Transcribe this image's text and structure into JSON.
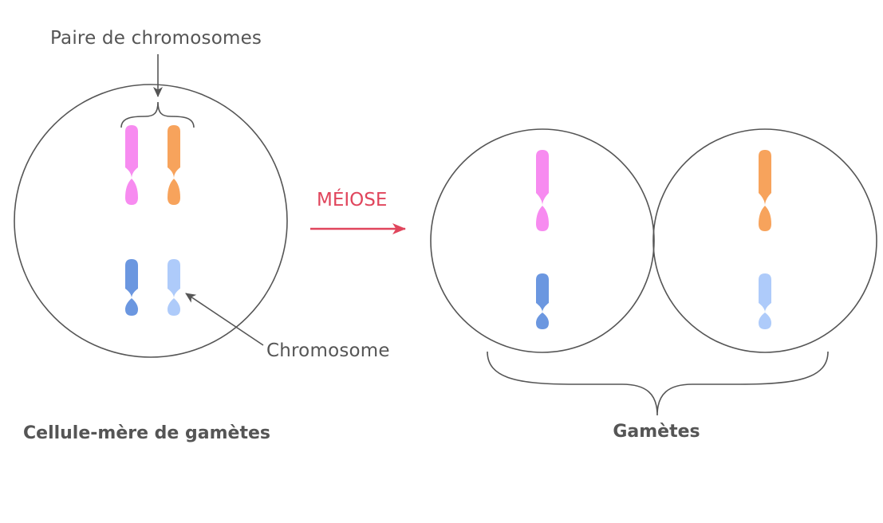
{
  "labels": {
    "pair": "Paire de chromosomes",
    "chromosome": "Chromosome",
    "meiosis": "MÉIOSE",
    "mother_cell": "Cellule-mère de gamètes",
    "gametes": "Gamètes"
  },
  "colors": {
    "outline": "#555555",
    "meiosis_arrow": "#e0455c",
    "chromosome_pink": "#f78bf0",
    "chromosome_orange": "#f7a35c",
    "chromosome_blue_dark": "#6b97e0",
    "chromosome_blue_light": "#aecbfa"
  }
}
